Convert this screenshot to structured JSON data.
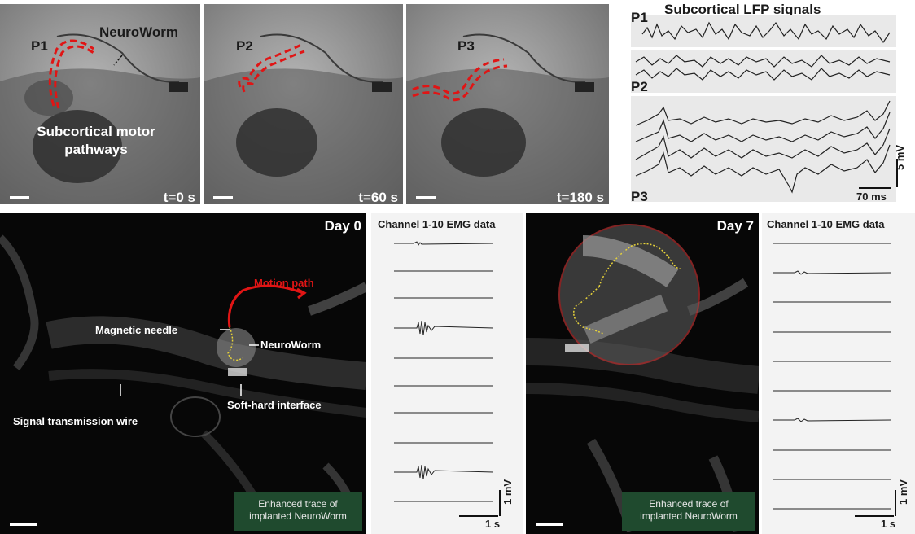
{
  "top_row": {
    "panels": [
      {
        "point": "P1",
        "time": "t=0 s",
        "label": "NeuroWorm",
        "sublabel": "Subcortical motor pathways"
      },
      {
        "point": "P2",
        "time": "t=60 s"
      },
      {
        "point": "P3",
        "time": "t=180 s"
      }
    ],
    "lfp": {
      "title": "Subcortical LFP signals",
      "p1": "P1",
      "p2": "P2",
      "p3": "P3",
      "scale_v": "5 mV",
      "scale_t": "70 ms"
    }
  },
  "day0": {
    "day": "Day 0",
    "motion": "Motion path",
    "needle": "Magnetic needle",
    "worm": "NeuroWorm",
    "interface": "Soft-hard interface",
    "wire": "Signal transmission wire",
    "caption_line1": "Enhanced trace of",
    "caption_line2": "implanted NeuroWorm"
  },
  "emg0": {
    "title": "Channel 1-10 EMG data",
    "scale_v": "1 mV",
    "scale_t": "1 s"
  },
  "day7": {
    "day": "Day 7",
    "caption_line1": "Enhanced trace of",
    "caption_line2": "implanted NeuroWorm"
  },
  "emg7": {
    "title": "Channel 1-10 EMG data",
    "scale_v": "1 mV",
    "scale_t": "1 s"
  },
  "colors": {
    "dashed_path": "#e01515",
    "motion_path": "#e01515",
    "worm_trace": "#e6d23a",
    "circle": "#c83232"
  }
}
